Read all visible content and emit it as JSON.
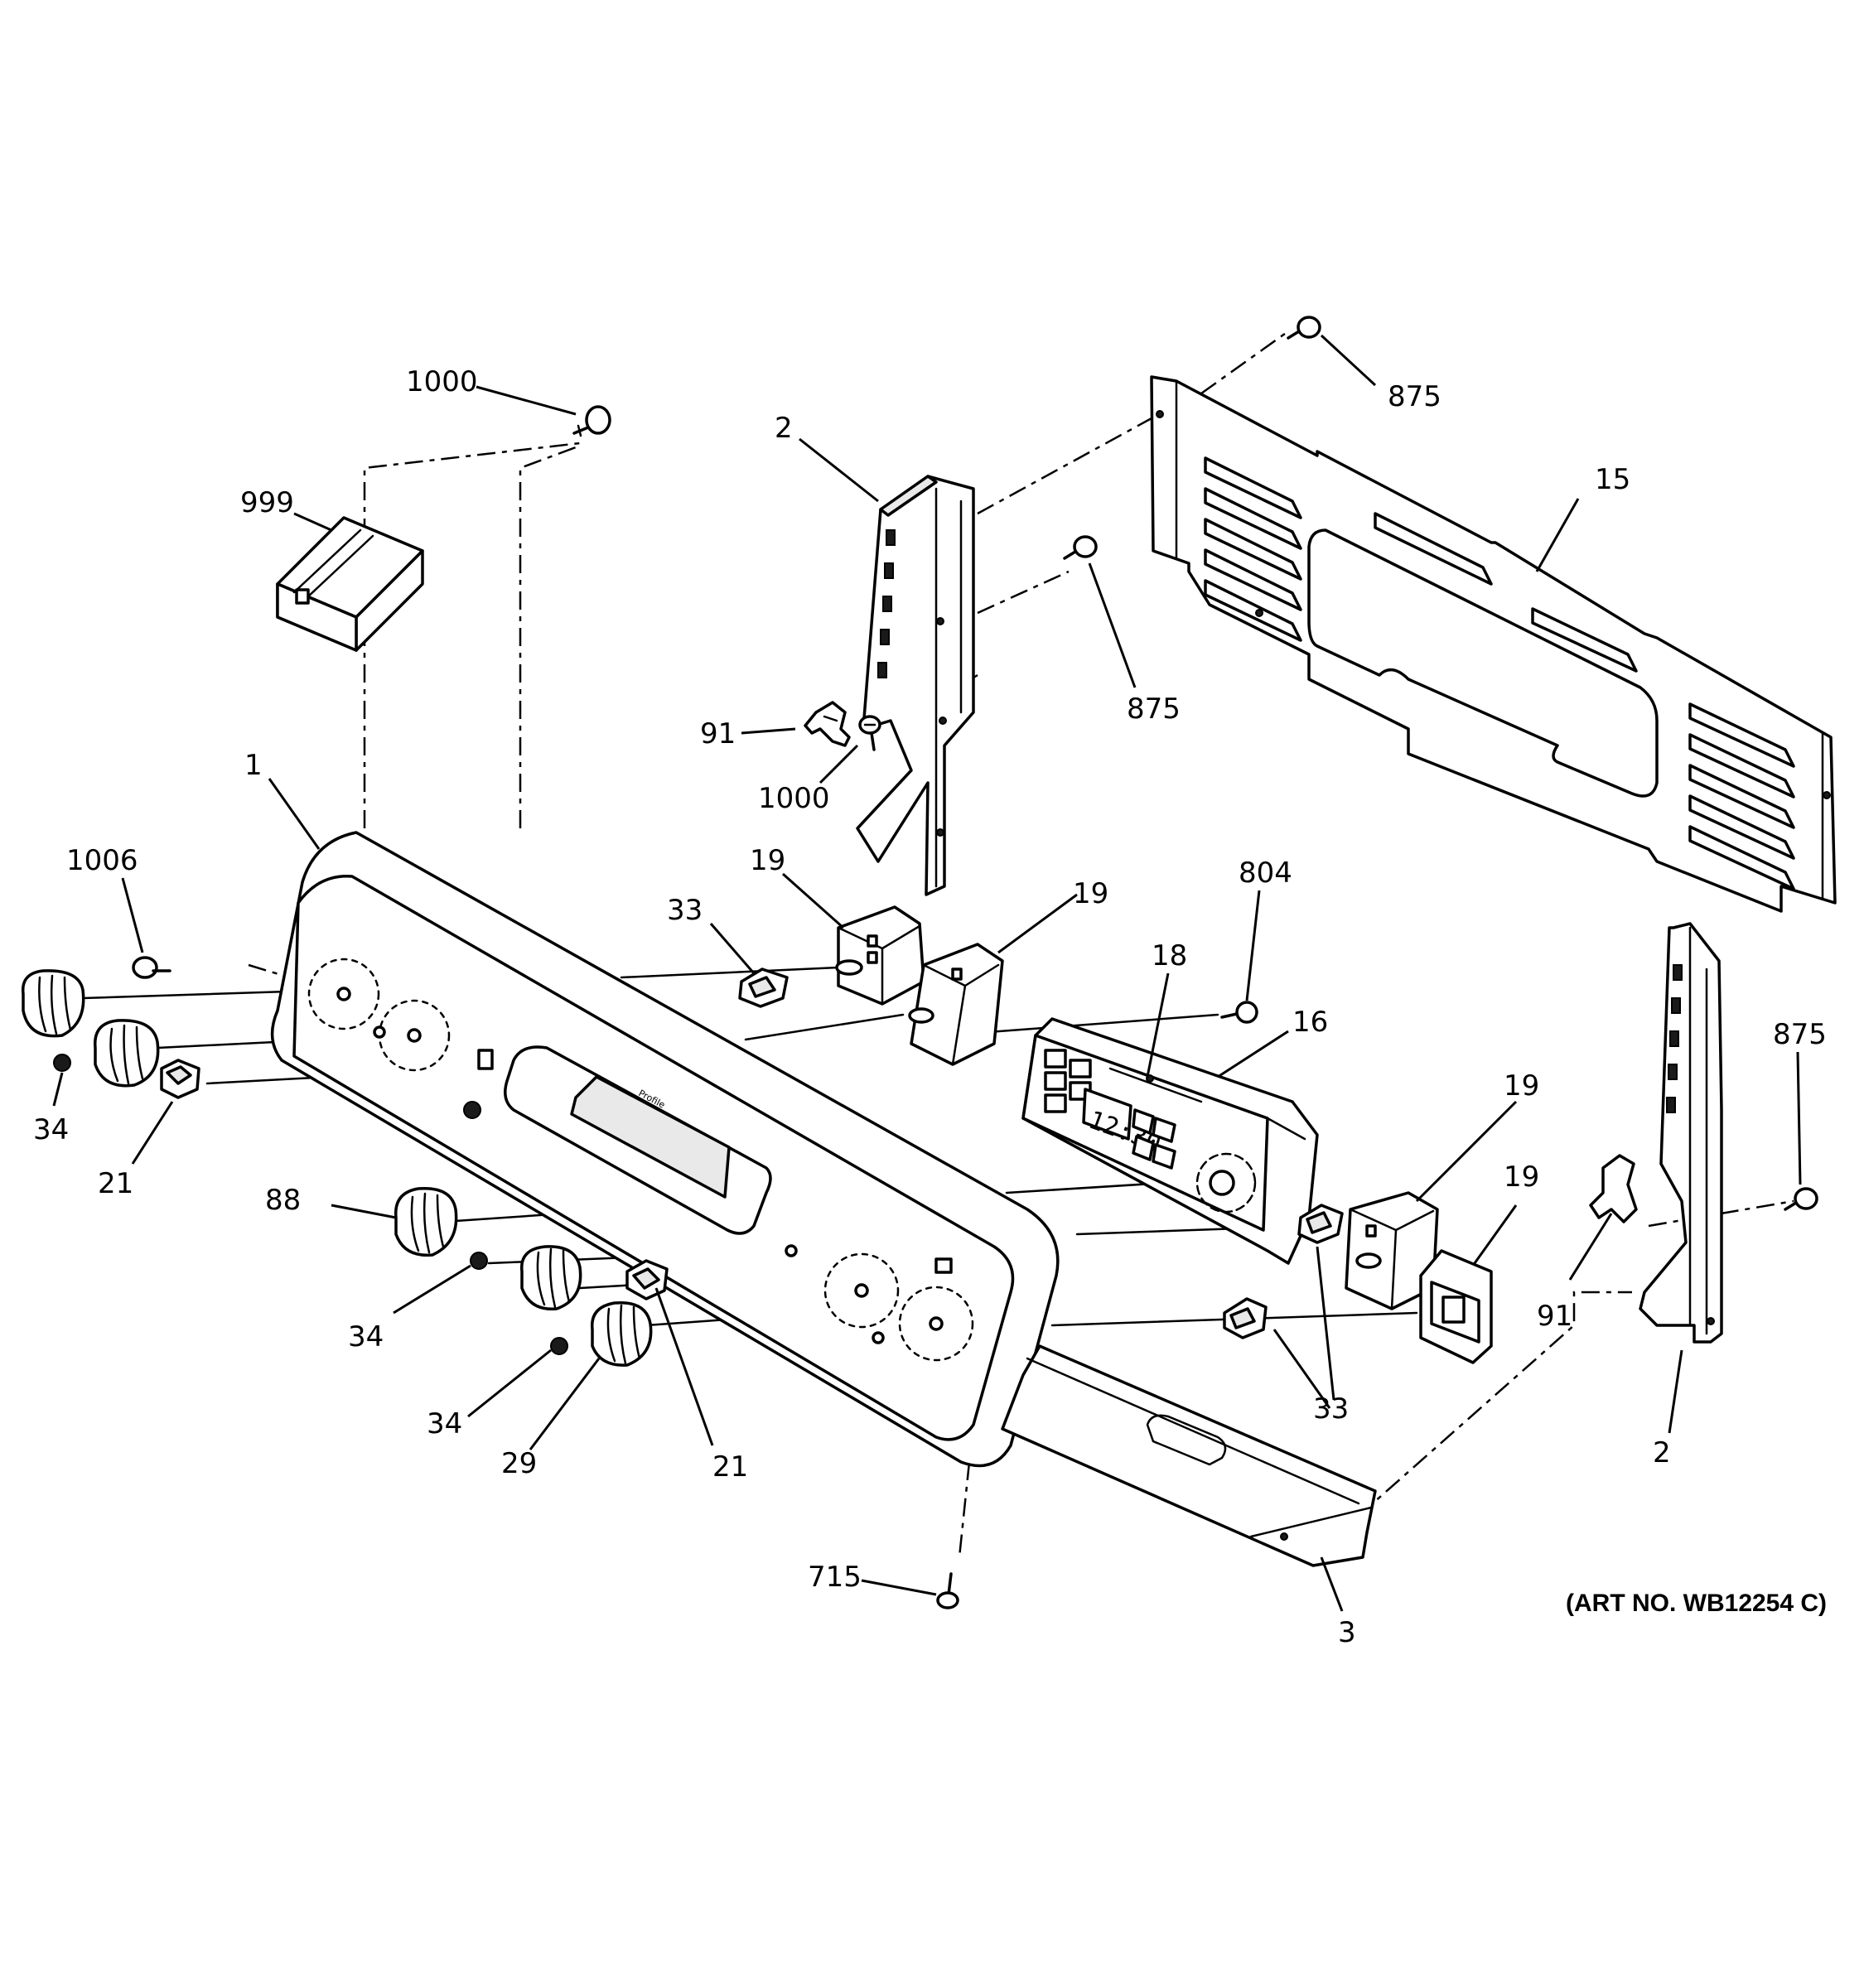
{
  "diagram": {
    "art_number": "(ART NO. WB12254 C)",
    "display_reading": "12:30",
    "brand_text": "Profile",
    "callouts": {
      "c1000_top": "1000",
      "c999": "999",
      "c2_left": "2",
      "c91_left": "91",
      "c1000_mid": "1000",
      "c875_top": "875",
      "c875_mid": "875",
      "c15": "15",
      "c1": "1",
      "c1006": "1006",
      "c34_left": "34",
      "c21_left": "21",
      "c19_a": "19",
      "c33_top": "33",
      "c19_b": "19",
      "c804": "804",
      "c18": "18",
      "c16": "16",
      "c19_c": "19",
      "c19_d": "19",
      "c875_right": "875",
      "c91_right": "91",
      "c2_right": "2",
      "c88": "88",
      "c34_mid": "34",
      "c34_low": "34",
      "c29": "29",
      "c21_low": "21",
      "c33_low": "33",
      "c715": "715",
      "c3": "3"
    }
  }
}
